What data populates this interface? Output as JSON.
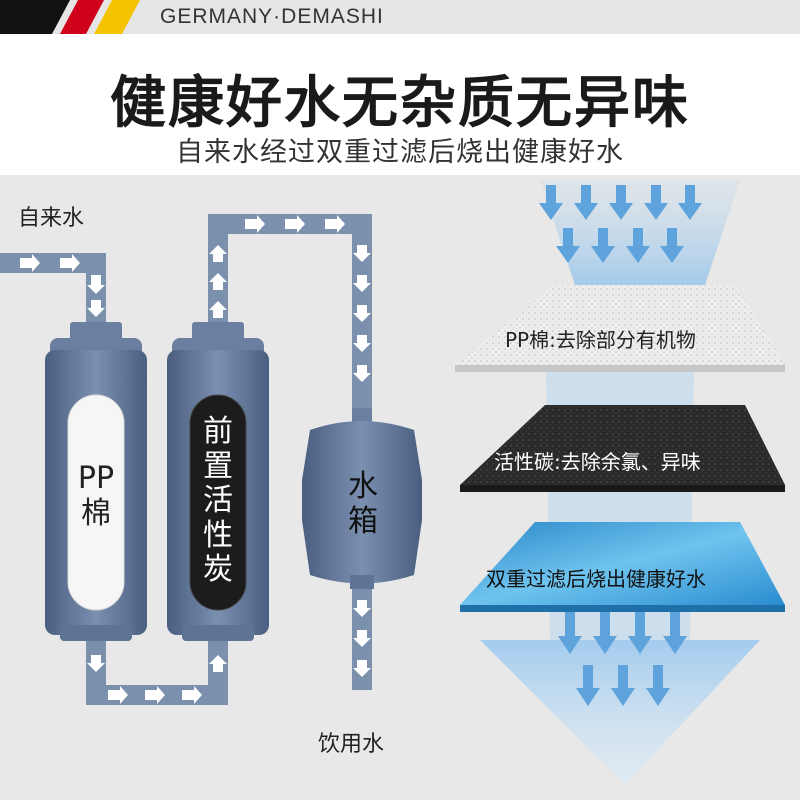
{
  "header": {
    "brand": "GERMANY·DEMASHI",
    "flag_colors": [
      "#111111",
      "#d0021b",
      "#f5c400"
    ]
  },
  "headline": "健康好水无杂质无异味",
  "subheadline": "自来水经过双重过滤后烧出健康好水",
  "diagram": {
    "inlet_label": "自来水",
    "outlet_label": "饮用水",
    "filter1_label": "PP棉",
    "filter2_label": "前置活性炭",
    "tank_label": "水箱"
  },
  "layers": [
    {
      "label": "PP棉:去除部分有机物"
    },
    {
      "label": "活性碳:去除余氯、异味"
    },
    {
      "label": "双重过滤后烧出健康好水"
    }
  ],
  "colors": {
    "pipe": "#7a90ad",
    "filter_body": "#5e7495",
    "arrow": "#6aa8e0",
    "layer_blue": "#4aa3d9"
  }
}
